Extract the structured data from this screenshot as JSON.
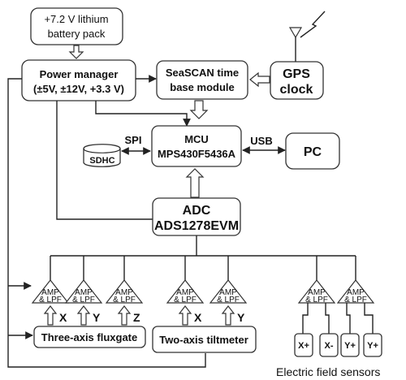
{
  "battery": {
    "line1": "+7.2 V lithium",
    "line2": "battery pack"
  },
  "power_manager": {
    "line1": "Power manager",
    "line2": "(±5V, ±12V, +3.3 V)"
  },
  "timebase": {
    "line1": "SeaSCAN time",
    "line2": "base module"
  },
  "gps": {
    "line1": "GPS",
    "line2": "clock"
  },
  "mcu": {
    "line1": "MCU",
    "line2": "MPS430F5436A"
  },
  "sdhc": "SDHC",
  "spi": "SPI",
  "usb": "USB",
  "pc": "PC",
  "adc": {
    "line1": "ADC",
    "line2": "ADS1278EVM"
  },
  "amp": {
    "line1": "AMP",
    "line2": "& LPF"
  },
  "fluxgate": {
    "label": "Three-axis fluxgate",
    "axes": [
      "X",
      "Y",
      "Z"
    ]
  },
  "tiltmeter": {
    "label": "Two-axis tiltmeter",
    "axes": [
      "X",
      "Y"
    ]
  },
  "electrodes": [
    "X+",
    "X-",
    "Y+",
    "Y+"
  ],
  "caption": "Electric field sensors"
}
